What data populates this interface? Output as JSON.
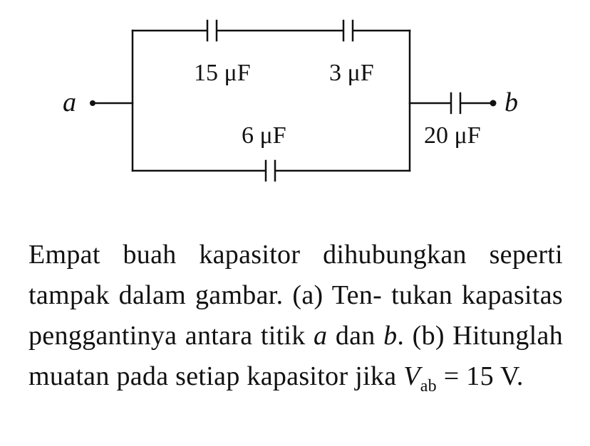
{
  "circuit": {
    "terminal_a": "a",
    "terminal_b": "b",
    "capacitors": [
      {
        "id": "c1",
        "label": "15 μF"
      },
      {
        "id": "c2",
        "label": "3 μF"
      },
      {
        "id": "c3",
        "label": "6 μF"
      },
      {
        "id": "c4",
        "label": "20 μF"
      }
    ]
  },
  "problem": {
    "seg1": "Empat buah kapasitor dihubungkan seperti tampak dalam gambar. (a) Ten- tukan kapasitas penggantinya antara titik ",
    "var_a": "a",
    "seg2": " dan ",
    "var_b": "b",
    "seg3": ". (b) Hitunglah muatan pada setiap kapasitor jika ",
    "var_V": "V",
    "sub_ab": "ab",
    "seg4": " = 15 V."
  }
}
